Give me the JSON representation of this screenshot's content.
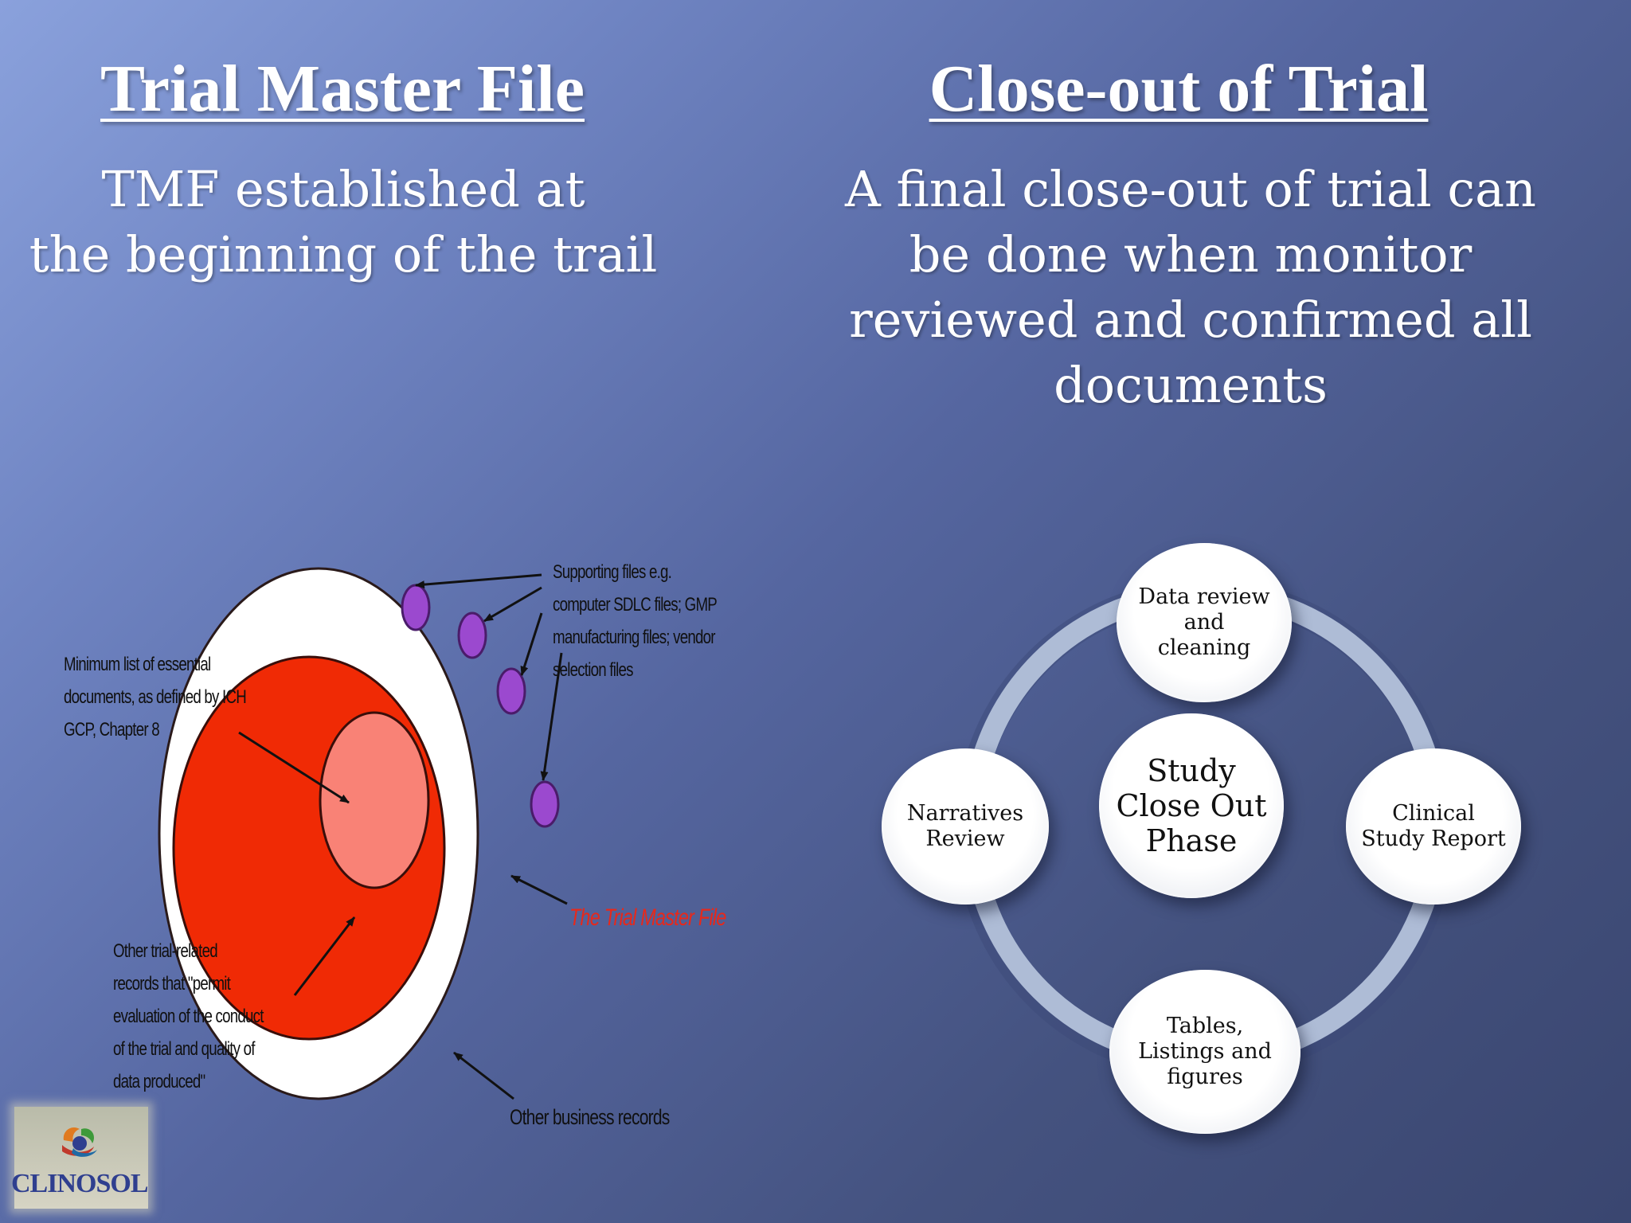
{
  "left": {
    "heading": "Trial Master File",
    "body_lines": [
      "TMF established at",
      "the beginning of the trail"
    ]
  },
  "right": {
    "heading": "Close-out of Trial",
    "body_lines": [
      "A final close-out of trial can",
      "be done when monitor",
      "reviewed  and confirmed all",
      "documents"
    ]
  },
  "tmf_diagram": {
    "supporting_lines": [
      "Supporting files e.g.",
      "computer SDLC files; GMP",
      "manufacturing files; vendor",
      "selection files"
    ],
    "minimum_lines": [
      "Minimum list of essential",
      "documents, as defined by ICH",
      "GCP, Chapter  8"
    ],
    "other_trial_lines": [
      "Other trial-related",
      "records that \"permit",
      "evaluation of the conduct",
      "of the trial and quality of",
      "data produced\""
    ],
    "business_records": "Other business records",
    "tmf_title": "The Trial Master File",
    "colors": {
      "outer": "#ffffff",
      "middle": "#f02a05",
      "inner": "#f98276",
      "dots": "#9b49cf"
    }
  },
  "logo": {
    "text": "CLINOSOL"
  },
  "close_out_cycle": {
    "center_lines": [
      "Study",
      "Close Out",
      "Phase"
    ],
    "top_lines": [
      "Data review",
      "and",
      "cleaning"
    ],
    "right_lines": [
      "Clinical",
      "Study Report"
    ],
    "bottom_lines": [
      "Tables,",
      "Listings and",
      "figures"
    ],
    "left_lines": [
      "Narratives",
      "Review"
    ],
    "ring_color": "#aebcd6"
  }
}
